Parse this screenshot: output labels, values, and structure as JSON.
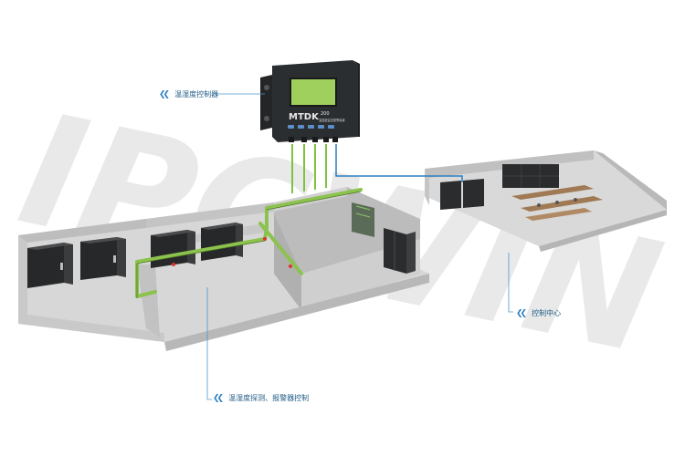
{
  "device": {
    "brand": "MTDK",
    "model": "200",
    "subtitle": "温湿度监控报警装置"
  },
  "labels": {
    "controller": "温湿度控制器",
    "control_center": "控制中心",
    "sensors": "温湿度探测、报警器控制"
  },
  "watermark": "IPCWIN",
  "colors": {
    "accent_blue": "#2c7fbf",
    "cable_green": "#7fc241",
    "device_body": "#2b2e31",
    "lcd": "#9fcf5c"
  }
}
